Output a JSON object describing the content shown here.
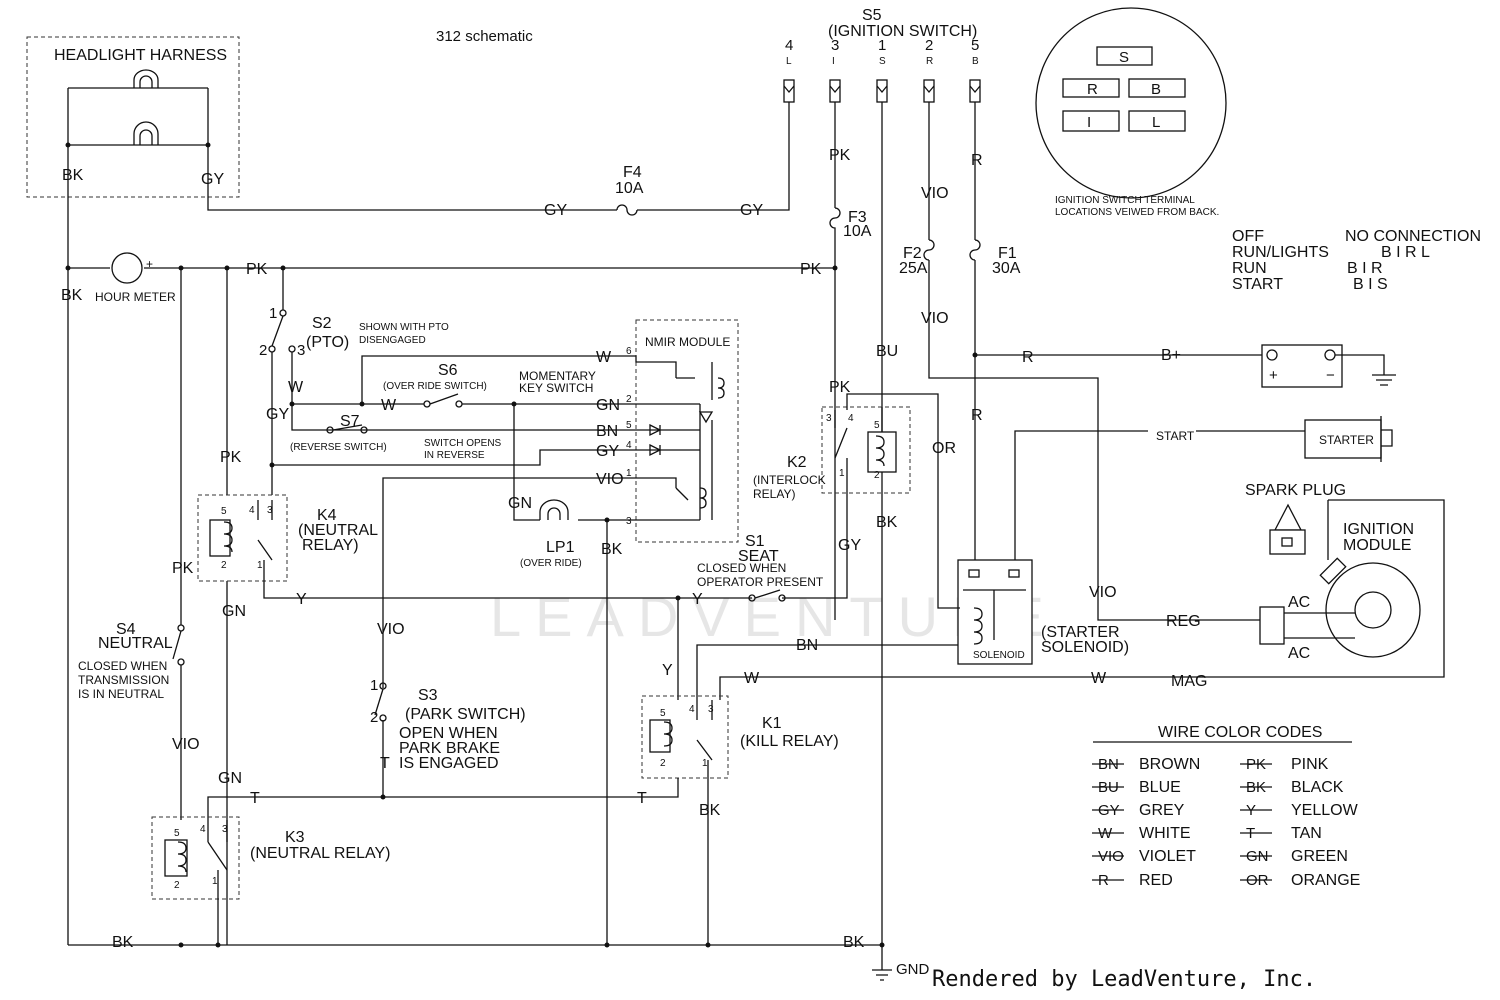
{
  "title": "312 schematic",
  "watermark": "LEADVENTURE",
  "credit": "Rendered by LeadVenture, Inc.",
  "headlight": {
    "title": "HEADLIGHT  HARNESS",
    "bk": "BK",
    "gy": "GY"
  },
  "hour_meter": {
    "label": "HOUR METER",
    "plus": "+"
  },
  "fuses": {
    "f4": {
      "name": "F4",
      "amps": "10A"
    },
    "f3": {
      "name": "F3",
      "amps": "10A"
    },
    "f2": {
      "name": "F2",
      "amps": "25A"
    },
    "f1": {
      "name": "F1",
      "amps": "30A"
    }
  },
  "ignition_switch": {
    "name": "S5",
    "title": "(IGNITION SWITCH)",
    "terminals": [
      {
        "num": "4",
        "letter": "L"
      },
      {
        "num": "3",
        "letter": "I"
      },
      {
        "num": "1",
        "letter": "S"
      },
      {
        "num": "2",
        "letter": "R"
      },
      {
        "num": "5",
        "letter": "B"
      }
    ],
    "face": {
      "s": "S",
      "r": "R",
      "b": "B",
      "i": "I",
      "l": "L"
    },
    "caption_1": "IGNITION SWITCH TERMINAL",
    "caption_2": "LOCATIONS VEIWED FROM BACK."
  },
  "switch_table": {
    "positions": [
      "OFF",
      "RUN/LIGHTS",
      "RUN",
      "START"
    ],
    "connections": [
      "NO CONNECTION",
      "B I R L",
      "B I R",
      "B I S"
    ]
  },
  "s2": {
    "name": "S2",
    "label": "(PTO)",
    "note_1": "SHOWN WITH PTO",
    "note_2": "DISENGAGED",
    "t1": "1",
    "t2": "2",
    "t3": "3"
  },
  "s6": {
    "name": "S6",
    "label": "(OVER RIDE SWITCH)"
  },
  "s7": {
    "name": "S7",
    "label": "(REVERSE SWITCH)",
    "note_1": "SWITCH OPENS",
    "note_2": "IN REVERSE"
  },
  "key_switch": {
    "line_1": "MOMENTARY",
    "line_2": "KEY SWITCH"
  },
  "nmir": {
    "label": "NMIR MODULE",
    "pins": [
      "6",
      "2",
      "5",
      "4",
      "1",
      "3"
    ]
  },
  "lp1": {
    "name": "LP1",
    "label": "(OVER RIDE)"
  },
  "k4": {
    "name": "K4",
    "label_1": "(NEUTRAL",
    "label_2": "RELAY)",
    "pins": [
      "5",
      "4",
      "3",
      "2",
      "1"
    ]
  },
  "k2": {
    "name": "K2",
    "label_1": "(INTERLOCK",
    "label_2": "RELAY)",
    "pins": [
      "3",
      "4",
      "5",
      "1",
      "2"
    ]
  },
  "k1": {
    "name": "K1",
    "label": "(KILL RELAY)",
    "pins": [
      "5",
      "4",
      "3",
      "2",
      "1"
    ]
  },
  "k3": {
    "name": "K3",
    "label": "(NEUTRAL RELAY)",
    "pins": [
      "5",
      "4",
      "3",
      "2",
      "1"
    ]
  },
  "s1": {
    "name": "S1",
    "label": "SEAT",
    "note_1": "CLOSED WHEN",
    "note_2": "OPERATOR PRESENT"
  },
  "s4": {
    "name": "S4",
    "label": "NEUTRAL",
    "note_1": "CLOSED WHEN",
    "note_2": "TRANSMISSION",
    "note_3": "IS IN NEUTRAL"
  },
  "s3": {
    "name": "S3",
    "label": "(PARK SWITCH)",
    "note_1": "OPEN WHEN",
    "note_2": "PARK BRAKE",
    "note_3": "IS ENGAGED",
    "t1": "1",
    "t2": "2"
  },
  "battery": {
    "label": "B+",
    "plus": "+",
    "minus": "−"
  },
  "starter": {
    "label": "STARTER",
    "wire": "START"
  },
  "solenoid": {
    "label": "SOLENOID",
    "name_1": "(STARTER",
    "name_2": "SOLENOID)"
  },
  "spark_plug": {
    "label": "SPARK PLUG"
  },
  "ignition_module": {
    "label_1": "IGNITION",
    "label_2": "MODULE",
    "ac_1": "AC",
    "ac_2": "AC"
  },
  "gnd": "GND",
  "wire_labels": {
    "gy": "GY",
    "pk": "PK",
    "bk": "BK",
    "r": "R",
    "vio": "VIO",
    "bu": "BU",
    "w": "W",
    "gn": "GN",
    "bn": "BN",
    "y": "Y",
    "or": "OR",
    "t": "T",
    "reg": "REG",
    "mag": "MAG"
  },
  "legend": {
    "title": "WIRE COLOR CODES",
    "left": [
      {
        "code": "BN",
        "name": "BROWN"
      },
      {
        "code": "BU",
        "name": "BLUE"
      },
      {
        "code": "GY",
        "name": "GREY"
      },
      {
        "code": "W",
        "name": "WHITE"
      },
      {
        "code": "VIO",
        "name": "VIOLET"
      },
      {
        "code": "R",
        "name": "RED"
      }
    ],
    "right": [
      {
        "code": "PK",
        "name": "PINK"
      },
      {
        "code": "BK",
        "name": "BLACK"
      },
      {
        "code": "Y",
        "name": "YELLOW"
      },
      {
        "code": "T",
        "name": "TAN"
      },
      {
        "code": "GN",
        "name": "GREEN"
      },
      {
        "code": "OR",
        "name": "ORANGE"
      }
    ]
  }
}
